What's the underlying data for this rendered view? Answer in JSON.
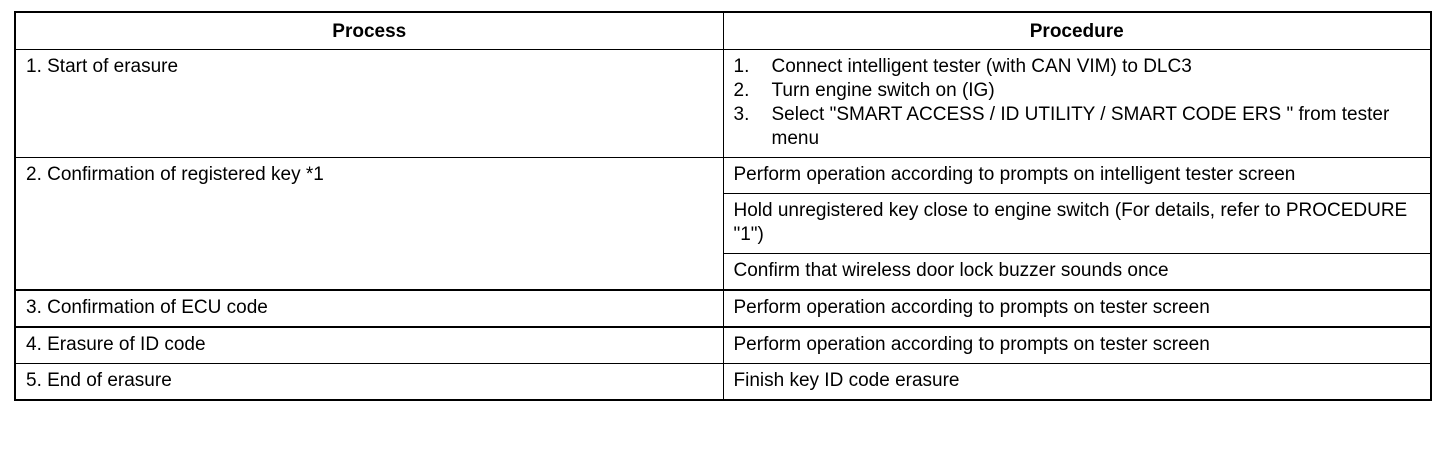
{
  "table": {
    "headers": [
      "Process",
      "Procedure"
    ],
    "rows": [
      {
        "process": "1. Start of erasure",
        "procedure_steps": [
          {
            "num": "1.",
            "text": "Connect intelligent tester (with CAN VIM) to DLC3"
          },
          {
            "num": "2.",
            "text": "Turn engine switch on (IG)"
          },
          {
            "num": "3.",
            "text": "Select \"SMART ACCESS / ID UTILITY / SMART CODE ERS \" from tester menu"
          }
        ]
      },
      {
        "process": "2. Confirmation of registered key *1",
        "procedures": [
          "Perform operation according to prompts on intelligent tester screen",
          "Hold unregistered key close to engine switch (For details, refer to PROCEDURE \"1\")",
          "Confirm that wireless door lock buzzer sounds once"
        ]
      },
      {
        "process": "3. Confirmation of ECU code",
        "procedure": "Perform operation according to prompts on tester screen"
      },
      {
        "process": "4. Erasure of ID code",
        "procedure": "Perform operation according to prompts on tester screen"
      },
      {
        "process": "5. End of erasure",
        "procedure": "Finish key ID code erasure"
      }
    ]
  }
}
